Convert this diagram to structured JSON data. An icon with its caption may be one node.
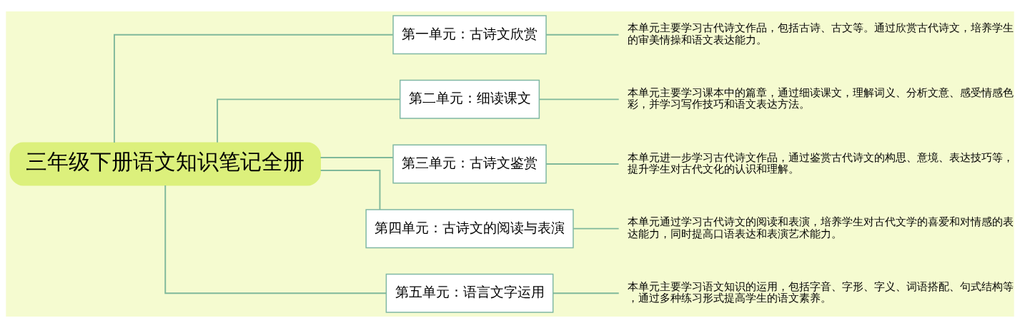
{
  "diagram": {
    "nodes": [
      {
        "text": [
          "三年级下册语文知识笔记全册"
        ]
      },
      {
        "text": [
          "第一单元：古诗文欣赏"
        ]
      },
      {
        "text": [
          "第二单元：细读课文"
        ]
      },
      {
        "text": [
          "第三单元：古诗文鉴赏"
        ]
      },
      {
        "text": [
          "第四单元：古诗文的阅读与表演"
        ]
      },
      {
        "text": [
          "第五单元：语言文字运用"
        ]
      },
      {
        "text": [
          "本单元主要学习古代诗文作品，包括古诗、古文等。通过欣赏古代诗文，培养学生的审美情操和语文表达能力。"
        ]
      },
      {
        "text": [
          "本单元主要学习课本中的篇章，通过细读课文，理解词义、分析文意、感受情感色彩，并学习写作技巧和语文表达方法。"
        ]
      },
      {
        "text": [
          "本单元进一步学习古代诗文作品，通过鉴赏古代诗文的构思、意境、表达技巧等，提升学生对古代文化的认识和理解。"
        ]
      },
      {
        "text": [
          "本单元通过学习古代诗文的阅读和表演，培养学生对古代文学的喜爱和对情感的表达能力，同时提高口语表达和表演艺术能力。"
        ]
      },
      {
        "text": [
          "本单元主要学习语文知识的运用，包括字音、字形、字义、词语搭配、句式结构等，通过多种练习形式提高学生的语文素养。"
        ]
      }
    ],
    "edges": [
      {
        "from": 0,
        "to": 1,
        "arrow": "none"
      },
      {
        "from": 0,
        "to": 2,
        "arrow": "none"
      },
      {
        "from": 0,
        "to": 3,
        "arrow": "none"
      },
      {
        "from": 0,
        "to": 4,
        "arrow": "none"
      },
      {
        "from": 0,
        "to": 5,
        "arrow": "none"
      },
      {
        "from": 1,
        "to": 6,
        "arrow": "none"
      },
      {
        "from": 2,
        "to": 7,
        "arrow": "none"
      },
      {
        "from": 3,
        "to": 8,
        "arrow": "none"
      },
      {
        "from": 4,
        "to": 9,
        "arrow": "none"
      },
      {
        "from": 5,
        "to": 10,
        "arrow": "none"
      }
    ]
  }
}
